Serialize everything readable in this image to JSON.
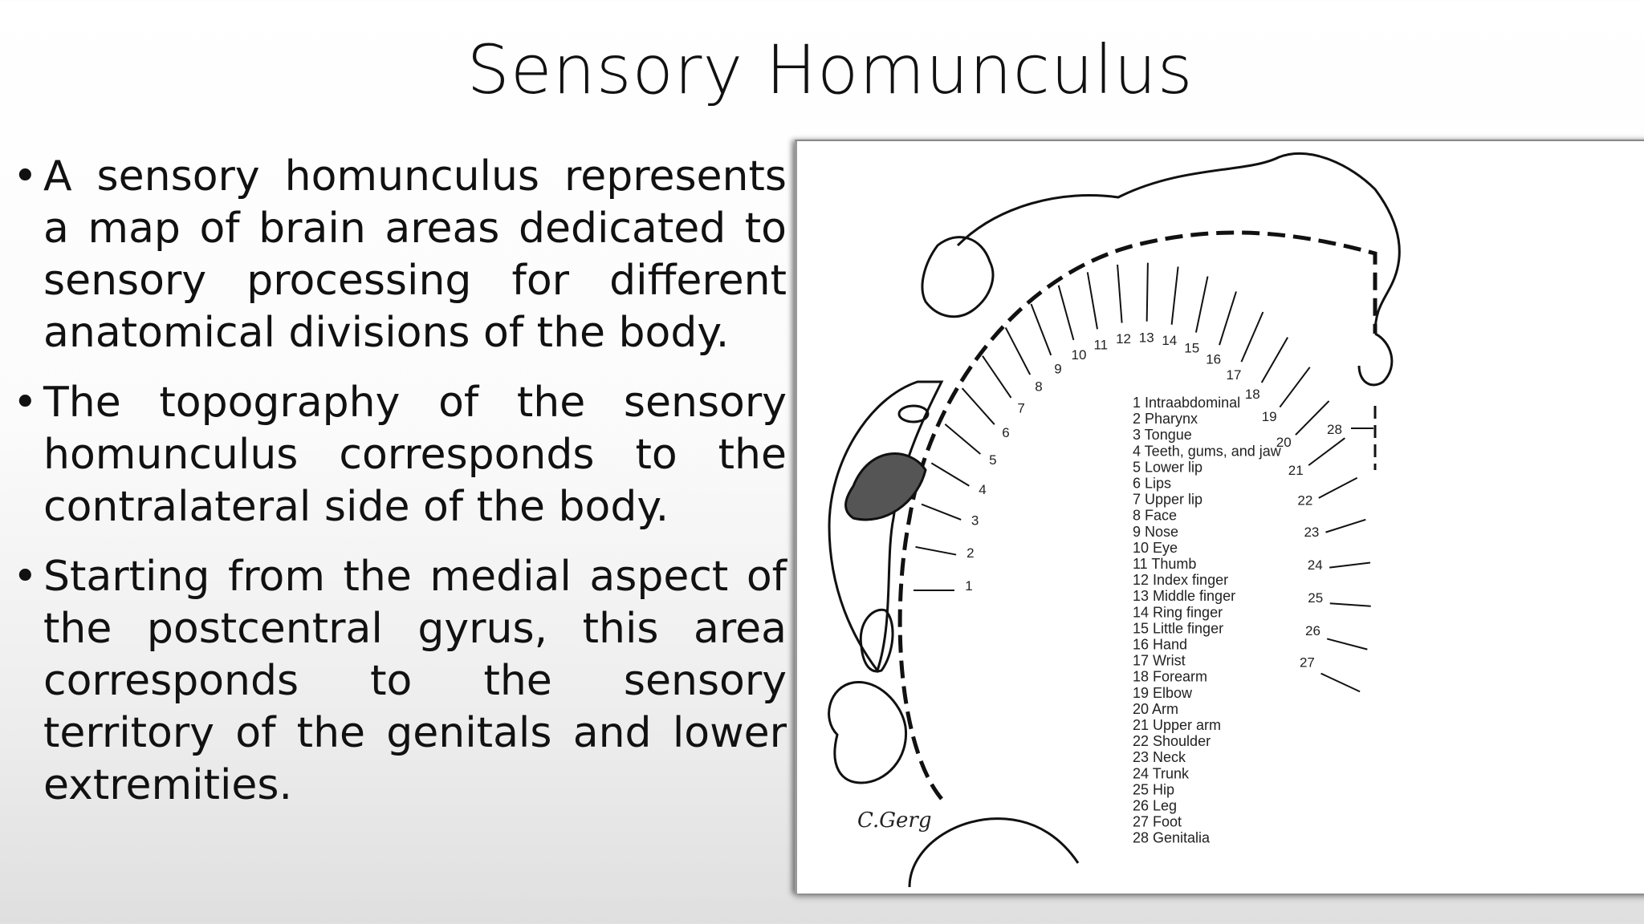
{
  "title": "Sensory Homunculus",
  "bullets": [
    "A sensory homunculus represents a map of brain areas dedicated to sensory processing for different anatomical divisions of the body.",
    "The topography of the sensory homunculus corresponds to the contralateral side of the body.",
    " Starting from the medial aspect of the postcentral gyrus, this area corresponds to the sensory territory of the genitals and lower extremities."
  ],
  "bullet_symbol": "•",
  "figure": {
    "signature": "C.Gerg",
    "legend": [
      "1 Intraabdominal",
      "2 Pharynx",
      "3 Tongue",
      "4 Teeth, gums, and jaw",
      "5 Lower lip",
      "6 Lips",
      "7 Upper lip",
      "8 Face",
      "9 Nose",
      "10 Eye",
      "11 Thumb",
      "12 Index finger",
      "13 Middle finger",
      "14 Ring finger",
      "15 Little finger",
      "16 Hand",
      "17 Wrist",
      "18 Forearm",
      "19 Elbow",
      "20 Arm",
      "21 Upper arm",
      "22 Shoulder",
      "23 Neck",
      "24 Trunk",
      "25 Hip",
      "26 Leg",
      "27 Foot",
      "28 Genitalia"
    ],
    "numbers": [
      "1",
      "2",
      "3",
      "4",
      "5",
      "6",
      "7",
      "8",
      "9",
      "10",
      "11",
      "12",
      "13",
      "14",
      "15",
      "16",
      "17",
      "18",
      "19",
      "20",
      "21",
      "22",
      "23",
      "24",
      "25",
      "26",
      "27",
      "28"
    ]
  }
}
